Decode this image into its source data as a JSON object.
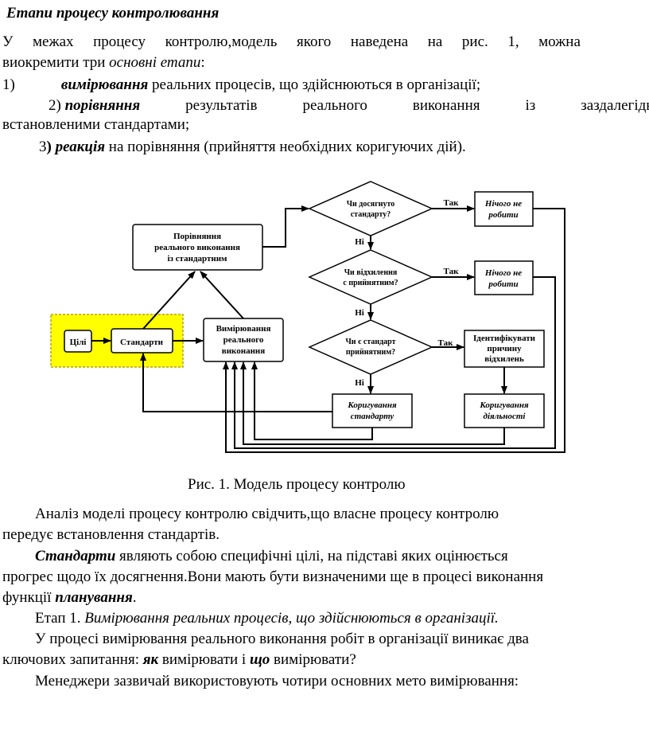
{
  "heading": "Етапи процесу контролювання",
  "intro": {
    "line1": [
      "У",
      "межах",
      "процесу",
      "контролю,модель",
      "якого",
      "наведена",
      "на",
      "рис.",
      "1,",
      "можна"
    ],
    "line2_text": "виокремити три ",
    "line2_italic": "основні етапи",
    "line2_end": ":"
  },
  "stages": [
    {
      "num": "1)",
      "term": "вимірювання",
      "rest": " реальних процесів, що здійснюються в організації;"
    },
    {
      "num": "2)",
      "term": "порівняння",
      "rest_words": [
        "результатів",
        "реального",
        "виконання",
        "із",
        "заздалегідь"
      ],
      "continuation": "встановленими стандартами;"
    },
    {
      "num": "3",
      "paren": ")",
      "term": "реакція",
      "rest": " на порівняння (прийняття необхідних коригуючих дій)."
    }
  ],
  "diagram": {
    "goals": "Цілі",
    "standards": "Стандарти",
    "compare": [
      "Порівняння",
      "реального виконання",
      "із стандартним"
    ],
    "measure": [
      "Вимірювання",
      "реального",
      "виконання"
    ],
    "q1": [
      "Чи досягнуто",
      "стандарту?"
    ],
    "q2": [
      "Чи відхилення",
      "с прийнятним?"
    ],
    "q3": [
      "Чи є стандарт",
      "прийнятним?"
    ],
    "yes": "Так",
    "no": "Ні",
    "nothing": [
      "Нічого не",
      "робити"
    ],
    "identify": [
      "Ідентифікувати",
      "причину",
      "відхилень"
    ],
    "correct_std": [
      "Коригування",
      "стандарту"
    ],
    "correct_act": [
      "Коригування",
      "діяльності"
    ],
    "colors": {
      "highlight": "#ffff00",
      "highlight_border": "#b8a400",
      "line": "#000000"
    }
  },
  "caption": "Рис.  1. Модель процесу контролю",
  "body": {
    "p1_l1": "Аналіз моделі процесу контролю свідчить,що власне процесу контролю",
    "p1_l2": "передує встановлення стандартів.",
    "p2_term": "Стандарти",
    "p2_l1_rest": " являють собою специфічні цілі, на підставі яких оцінюється",
    "p2_l2": "прогрес щодо їх досягнення.Вони мають бути визначеними ще в процесі виконання",
    "p2_l3_text": "функції ",
    "p2_l3_term": "планування",
    "p2_l3_end": ".",
    "p3_label": "Етап 1. ",
    "p3_italic": "Вимірювання реальних процесів, що здійснюються в організації.",
    "p4_l1": "У процесі вимірювання реального виконання робіт в організації виникає два",
    "p4_l2_a": "ключових запитання: ",
    "p4_l2_how": "як",
    "p4_l2_b": " вимірювати і ",
    "p4_l2_what": "що",
    "p4_l2_c": " вимірювати?",
    "p5": "Менеджери зазвичай використовують чотири основних мето вимірювання:"
  }
}
